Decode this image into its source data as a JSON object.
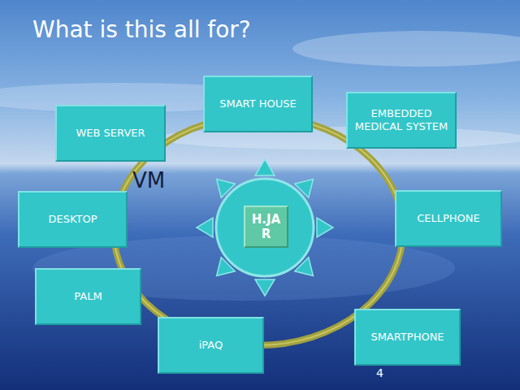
{
  "diagram": {
    "title": "What is this all for?",
    "nodes": [
      {
        "text": [
          "SMART HOUSE"
        ]
      },
      {
        "text": [
          "EMBEDDED MEDICAL SYSTEM"
        ]
      },
      {
        "text": [
          "WEB SERVER"
        ]
      },
      {
        "text": [
          "DESKTOP"
        ]
      },
      {
        "text": [
          "CELLPHONE"
        ]
      },
      {
        "text": [
          "H.JAR"
        ]
      },
      {
        "text": [
          "PALM"
        ]
      },
      {
        "text": [
          "SMARTPHONE"
        ]
      },
      {
        "text": [
          "iPAQ"
        ]
      }
    ],
    "labels": [
      "VM",
      "4"
    ]
  }
}
